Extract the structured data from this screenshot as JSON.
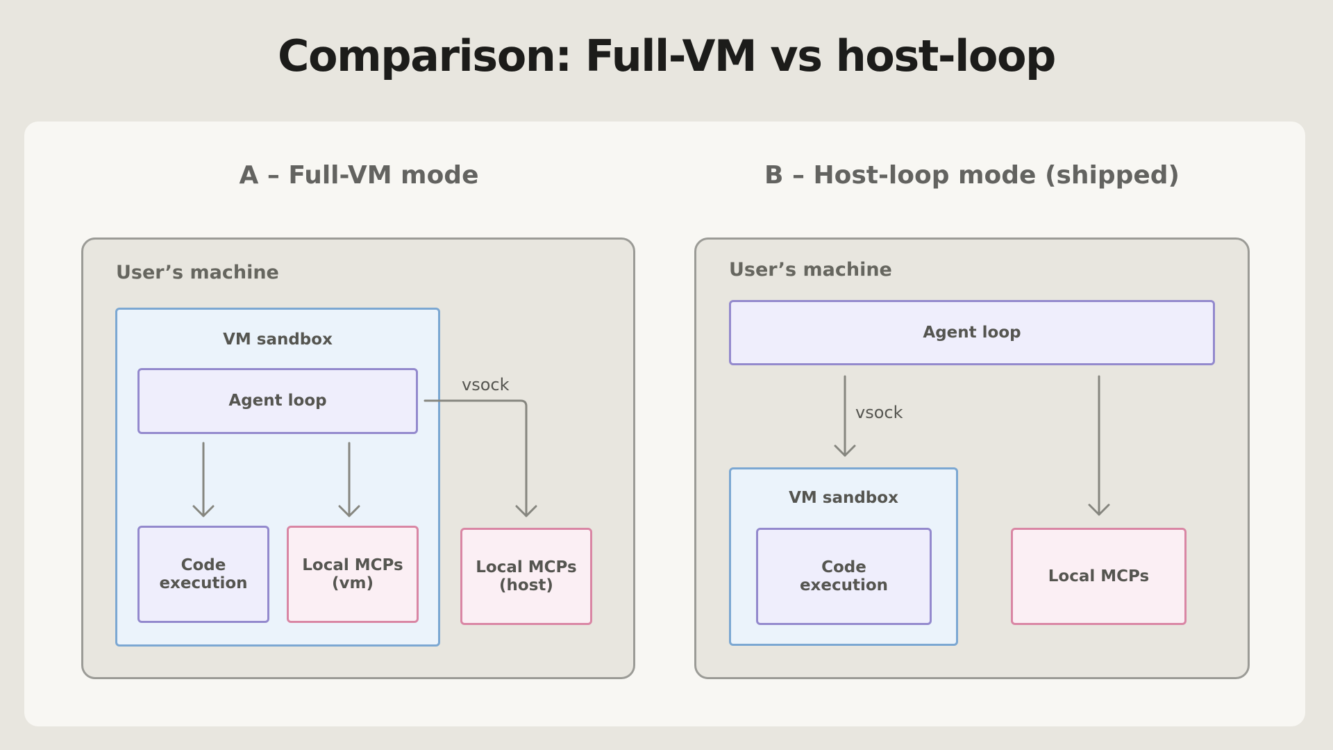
{
  "title": "Comparison: Full-VM vs host-loop",
  "panel_a": {
    "heading": "A – Full-VM mode",
    "machine_label": "User’s machine",
    "sandbox_label": "VM sandbox",
    "agent_loop": "Agent loop",
    "code_execution": "Code\nexecution",
    "local_mcps_vm": "Local MCPs\n(vm)",
    "local_mcps_host": "Local MCPs\n(host)",
    "edge_label": "vsock"
  },
  "panel_b": {
    "heading": "B – Host-loop mode (shipped)",
    "machine_label": "User’s machine",
    "agent_loop": "Agent loop",
    "sandbox_label": "VM sandbox",
    "code_execution": "Code\nexecution",
    "local_mcps": "Local MCPs",
    "edge_label": "vsock"
  },
  "colors": {
    "background": "#e8e6df",
    "card": "#f8f7f3",
    "sandbox_border": "#7ba7d2",
    "purple_border": "#9389cd",
    "pink_border": "#d986a4",
    "arrow": "#86867f"
  }
}
